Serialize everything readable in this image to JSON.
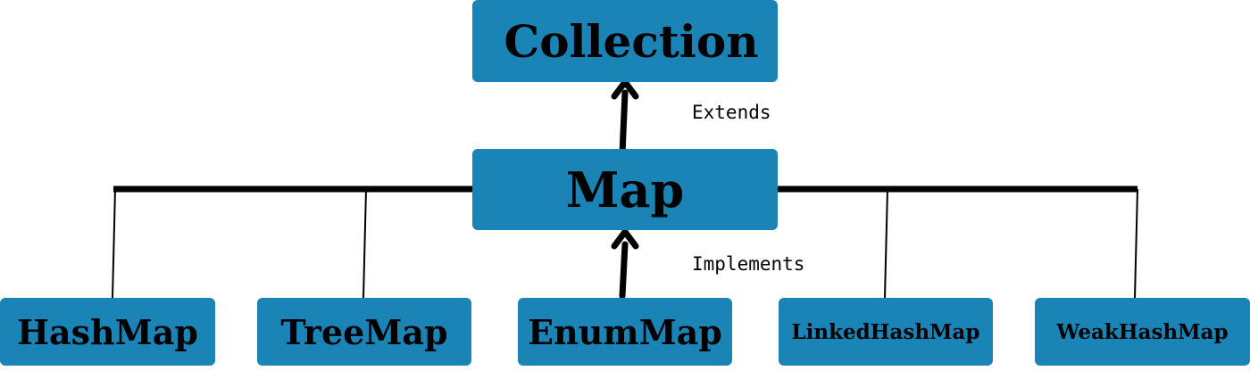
{
  "diagram": {
    "root": "Collection",
    "interface": "Map",
    "edge_labels": {
      "extends": "Extends",
      "implements": "Implements"
    },
    "implementations": [
      "HashMap",
      "TreeMap",
      "EnumMap",
      "LinkedHashMap",
      "WeakHashMap"
    ]
  },
  "colors": {
    "box_fill": "#1a84b7",
    "text": "#000000",
    "lines": "#000000"
  }
}
